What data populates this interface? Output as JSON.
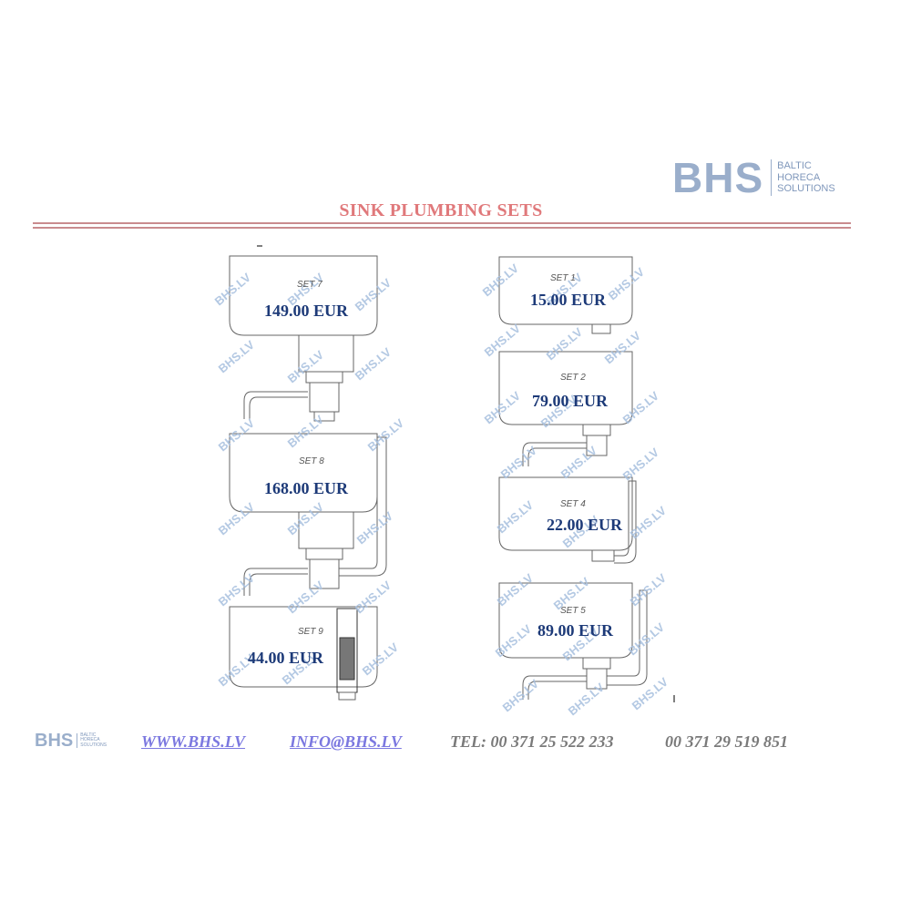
{
  "header": {
    "logo": {
      "mark": "BHS",
      "line1": "BALTIC",
      "line2": "HORECA",
      "line3": "SOLUTIONS"
    },
    "title": "SINK PLUMBING SETS"
  },
  "watermark": "BHS.LV",
  "sets": [
    {
      "id": "set7",
      "label": "SET 7",
      "price": "149.00 EUR"
    },
    {
      "id": "set8",
      "label": "SET 8",
      "price": "168.00 EUR"
    },
    {
      "id": "set9",
      "label": "SET 9",
      "price": "44.00 EUR"
    },
    {
      "id": "set1",
      "label": "SET 1",
      "price": "15.00 EUR"
    },
    {
      "id": "set2",
      "label": "SET 2",
      "price": "79.00 EUR"
    },
    {
      "id": "set4",
      "label": "SET 4",
      "price": "22.00 EUR"
    },
    {
      "id": "set5",
      "label": "SET 5",
      "price": "89.00 EUR"
    }
  ],
  "footer": {
    "logo": {
      "mark": "BHS",
      "line1": "BALTIC",
      "line2": "HORECA",
      "line3": "SOLUTIONS"
    },
    "website": "WWW.BHS.LV",
    "email": "INFO@BHS.LV",
    "phone1": "TEL: 00 371  25 522 233",
    "phone2": "00 371 29 519 851"
  },
  "colors": {
    "title": "#e0797b",
    "price": "#1d3a78",
    "logo": "#9aaecb",
    "watermark": "#a8c0df",
    "link": "#7b78e0"
  }
}
